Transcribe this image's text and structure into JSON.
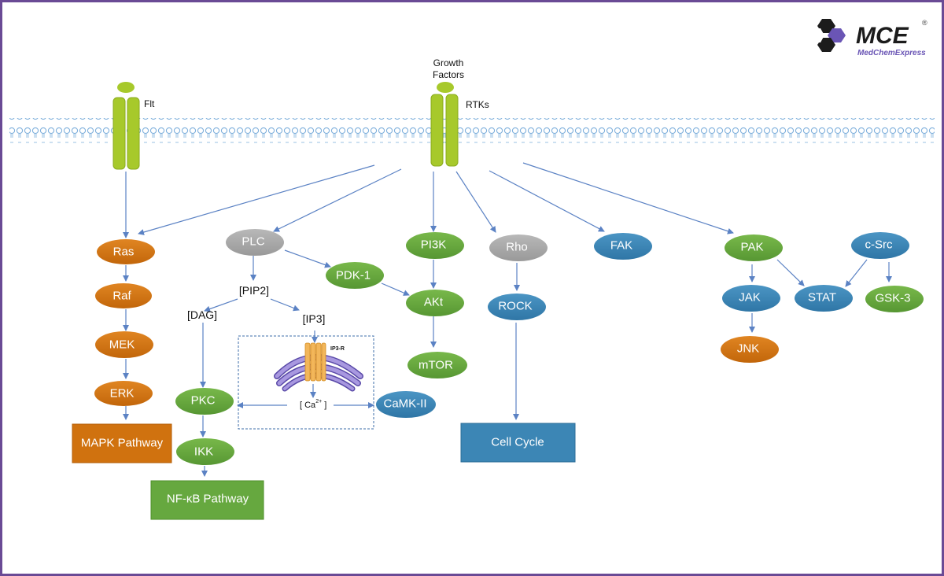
{
  "logo": {
    "brand": "MCE",
    "sub": "MedChemExpress",
    "registered": "®"
  },
  "membrane": {
    "receptors": [
      {
        "label": "Flt"
      },
      {
        "label": "RTKs",
        "ligand": [
          "Growth",
          "Factors"
        ]
      }
    ]
  },
  "nodes": {
    "ras": "Ras",
    "raf": "Raf",
    "mek": "MEK",
    "erk": "ERK",
    "plc": "PLC",
    "pdk1": "PDK-1",
    "pi3k": "PI3K",
    "akt": "AKt",
    "mtor": "mTOR",
    "pkc": "PKC",
    "ikk": "IKK",
    "camk": "CaMK-II",
    "rho": "Rho",
    "rock": "ROCK",
    "fak": "FAK",
    "pak": "PAK",
    "csrc": "c-Src",
    "jak": "JAK",
    "stat": "STAT",
    "gsk3": "GSK-3",
    "jnk": "JNK"
  },
  "messengers": {
    "pip2": "[PIP2]",
    "dag": "[DAG]",
    "ip3": "[IP3]",
    "ip3r": "IP3-R",
    "ca": "[ Ca",
    "ca_sup": "2+",
    "ca_end": " ]"
  },
  "pathways": {
    "mapk": "MAPK Pathway",
    "nfkb": "NF-κB Pathway",
    "cellcycle": "Cell Cycle"
  },
  "colors": {
    "orange": "#d0720f",
    "green": "#66a83f",
    "blue": "#3c86b5",
    "gray": "#a6a6a6",
    "receptor": "#a7c92b",
    "arrow": "#5b82c4",
    "frame": "#6a4a95",
    "er": "#8a78c8",
    "ip3r": "#f2b65a"
  }
}
